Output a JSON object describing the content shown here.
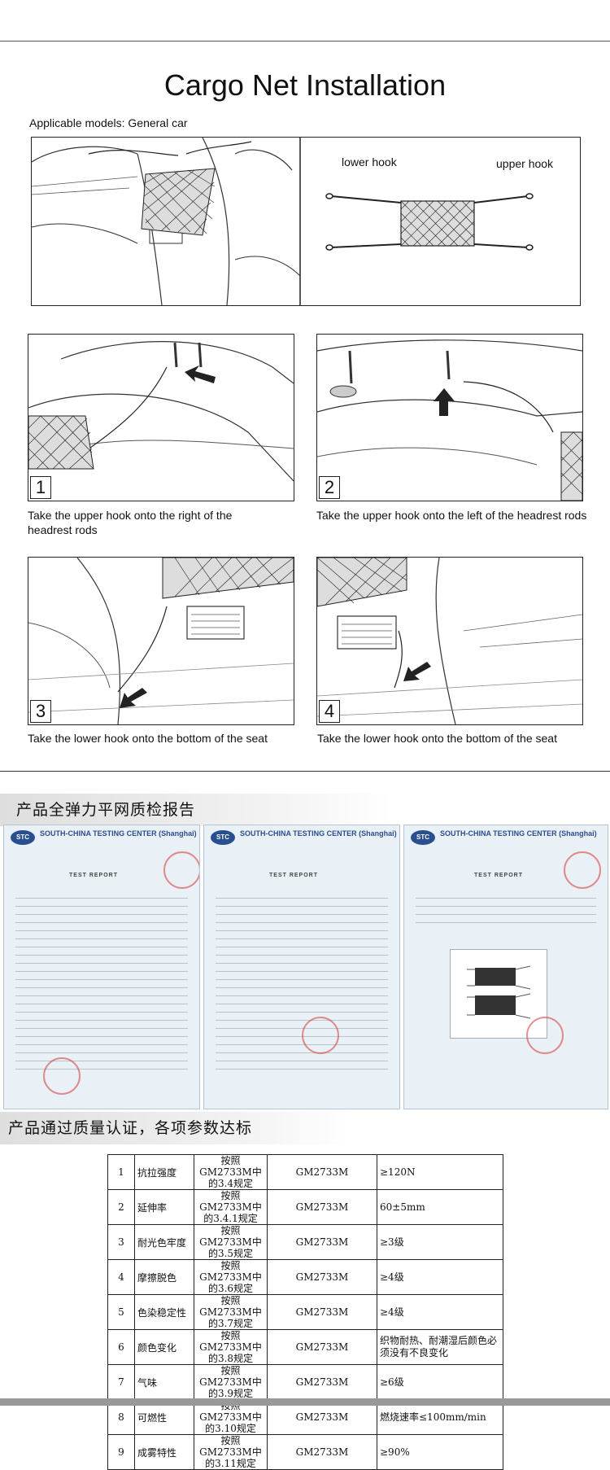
{
  "installation": {
    "title": "Cargo Net Installation",
    "models": "Applicable models:  General car",
    "labels": {
      "lower_hook": "lower hook",
      "upper_hook": "upper hook"
    },
    "steps": [
      {
        "num": "1",
        "caption": "Take the upper  hook  onto the right of the headrest rods"
      },
      {
        "num": "2",
        "caption": "Take the upper hook  onto the left of the headrest rods"
      },
      {
        "num": "3",
        "caption": "Take the lower  hook  onto the bottom of the seat"
      },
      {
        "num": "4",
        "caption": "Take the lower hook  onto the bottom of the seat"
      }
    ]
  },
  "reports_section": {
    "heading": "产品全弹力平网质检报告",
    "reports": [
      {
        "org": "SOUTH-CHINA TESTING CENTER (Shanghai)",
        "label": "TEST REPORT"
      },
      {
        "org": "SOUTH-CHINA TESTING CENTER (Shanghai)",
        "label": "TEST REPORT"
      },
      {
        "org": "SOUTH-CHINA TESTING CENTER (Shanghai)",
        "label": "TEST REPORT"
      }
    ]
  },
  "spec_section": {
    "heading": "产品通过质量认证，各项参数达标",
    "rows": [
      {
        "no": "1",
        "item": "抗拉强度",
        "method": "按照GM2733M中的3.4规定",
        "standard": "GM2733M",
        "result": "≥120N"
      },
      {
        "no": "2",
        "item": "延伸率",
        "method": "按照GM2733M中的3.4.1规定",
        "standard": "GM2733M",
        "result": "60±5mm"
      },
      {
        "no": "3",
        "item": "耐光色牢度",
        "method": "按照GM2733M中的3.5规定",
        "standard": "GM2733M",
        "result": "≥3级"
      },
      {
        "no": "4",
        "item": "摩擦脱色",
        "method": "按照GM2733M中的3.6规定",
        "standard": "GM2733M",
        "result": "≥4级"
      },
      {
        "no": "5",
        "item": "色染稳定性",
        "method": "按照GM2733M中的3.7规定",
        "standard": "GM2733M",
        "result": "≥4级"
      },
      {
        "no": "6",
        "item": "颜色变化",
        "method": "按照GM2733M中的3.8规定",
        "standard": "GM2733M",
        "result": "织物耐热、耐潮湿后颜色必须没有不良变化"
      },
      {
        "no": "7",
        "item": "气味",
        "method": "按照GM2733M中的3.9规定",
        "standard": "GM2733M",
        "result": "≥6级"
      },
      {
        "no": "8",
        "item": "可燃性",
        "method": "按照GM2733M中的3.10规定",
        "standard": "GM2733M",
        "result": "燃烧速率≤100mm/min"
      },
      {
        "no": "9",
        "item": "成雾特性",
        "method": "按照GM2733M中的3.11规定",
        "standard": "GM2733M",
        "result": "≥90%"
      }
    ]
  }
}
